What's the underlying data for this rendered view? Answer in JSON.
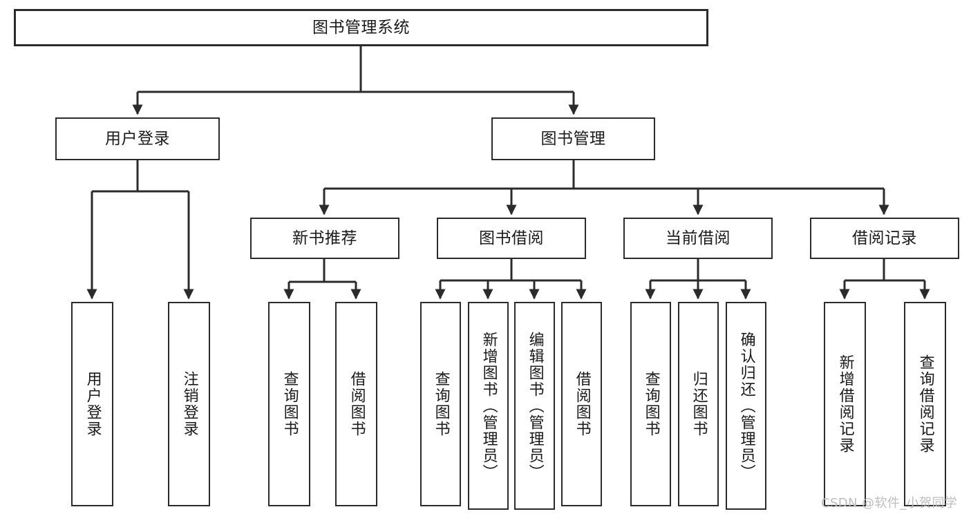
{
  "diagram": {
    "title": "图书管理系统",
    "type": "functional-structure-tree",
    "watermark": "CSDN @软件_小贺同学",
    "colors": {
      "box_border": "#2b2b2b",
      "box_fill": "#ffffff",
      "connector": "#2b2b2b",
      "text": "#1a1a1a",
      "watermark": "#bdbdbd"
    },
    "root": {
      "label": "图书管理系统"
    },
    "level1": [
      {
        "label": "用户登录"
      },
      {
        "label": "图书管理"
      }
    ],
    "level2": [
      {
        "label": "新书推荐"
      },
      {
        "label": "图书借阅"
      },
      {
        "label": "当前借阅"
      },
      {
        "label": "借阅记录"
      }
    ],
    "leaves": {
      "user_login": [
        {
          "label": "用户登录"
        },
        {
          "label": "注销登录"
        }
      ],
      "new_book_recommend": [
        {
          "label": "查询图书"
        },
        {
          "label": "借阅图书"
        }
      ],
      "book_borrow": [
        {
          "label": "查询图书"
        },
        {
          "label": "新增图书（管理员）"
        },
        {
          "label": "编辑图书（管理员）"
        },
        {
          "label": "借阅图书"
        }
      ],
      "current_borrow": [
        {
          "label": "查询图书"
        },
        {
          "label": "归还图书"
        },
        {
          "label": "确认归还（管理员）"
        }
      ],
      "borrow_record": [
        {
          "label": "新增借阅记录"
        },
        {
          "label": "查询借阅记录"
        }
      ]
    }
  }
}
